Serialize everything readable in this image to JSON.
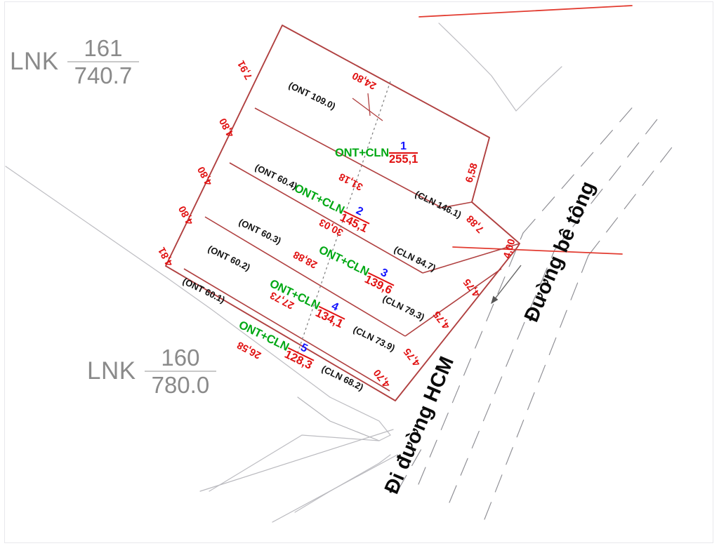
{
  "document": {
    "type": "cadastral-plot-map",
    "background_color": "#ffffff",
    "colors": {
      "parcel_boundary": "#b04040",
      "dimension_text": "#e01010",
      "land_use_text": "#00a814",
      "lot_number_text": "#1414ff",
      "area_text": "#121212",
      "reference_text": "#8a8a8a",
      "survey_line": "#b9b9bd",
      "road_line": "#e03030"
    }
  },
  "references": [
    {
      "id": "lnk-161",
      "code": "LNK",
      "numerator": "161",
      "denominator": "740.7"
    },
    {
      "id": "lnk-160",
      "code": "LNK",
      "numerator": "160",
      "denominator": "780.0"
    }
  ],
  "lots": [
    {
      "id": 1,
      "land_use": "ONT+CLN",
      "number": "1",
      "area": "255,1",
      "ont_area": "(ONT 109.0)",
      "cln_area": "(CLN 146.1)",
      "front_width": "24,80"
    },
    {
      "id": 2,
      "land_use": "ONT+CLN",
      "number": "2",
      "area": "145,1",
      "ont_area": "(ONT 60.4)",
      "cln_area": "(CLN 84.7)",
      "front_width": "31,18"
    },
    {
      "id": 3,
      "land_use": "ONT+CLN",
      "number": "3",
      "area": "139,6",
      "ont_area": "(ONT 60.3)",
      "cln_area": "(CLN 79.3)",
      "front_width": "30,03"
    },
    {
      "id": 4,
      "land_use": "ONT+CLN",
      "number": "4",
      "area": "134,1",
      "ont_area": "(ONT 60.2)",
      "cln_area": "(CLN 73.9)",
      "front_width": "28,88"
    },
    {
      "id": 5,
      "land_use": "ONT+CLN",
      "number": "5",
      "area": "128,3",
      "ont_area": "(ONT 60.1)",
      "cln_area": "(CLN 68.2)",
      "front_width": "27,73"
    }
  ],
  "dimensions": {
    "left_edge": [
      "7,91",
      "4,80",
      "4,80",
      "4,80",
      "4,81"
    ],
    "top_edge": "24,80",
    "interior_widths": [
      "31,18",
      "30,03",
      "28,88",
      "27,73",
      "26,58"
    ],
    "right_edge": [
      "6,58",
      "7,88",
      "4,00",
      "4,75",
      "4,75",
      "4,75",
      "4,70"
    ]
  },
  "area_labels": {
    "ont": [
      "(ONT 109.0)",
      "(ONT 60.4)",
      "(ONT 60.3)",
      "(ONT 60.2)",
      "(ONT 60.1)"
    ],
    "cln": [
      "(CLN 146.1)",
      "(CLN 84.7)",
      "(CLN 79.3)",
      "(CLN 73.9)",
      "(CLN 68.2)"
    ]
  },
  "roads": [
    {
      "id": "road-hcm",
      "label": "Đi đường HCM",
      "has_direction_arrow": true
    },
    {
      "id": "road-concrete",
      "label": "Đường bê tông",
      "has_direction_arrow": false
    }
  ],
  "labels": {
    "dim_left_1": "7,91",
    "dim_left_2": "4,80",
    "dim_left_3": "4,80",
    "dim_left_4": "4,80",
    "dim_left_5": "4,81",
    "dim_top": "24,80",
    "dim_w1": "31,18",
    "dim_w2": "30,03",
    "dim_w3": "28,88",
    "dim_w4": "27,73",
    "dim_w5": "26,58",
    "dim_r1": "6,58",
    "dim_r2": "7,88",
    "dim_r3": "4,00",
    "dim_r4": "4,75",
    "dim_r5": "4,75",
    "dim_r6": "4,75",
    "dim_r7": "4,70"
  }
}
